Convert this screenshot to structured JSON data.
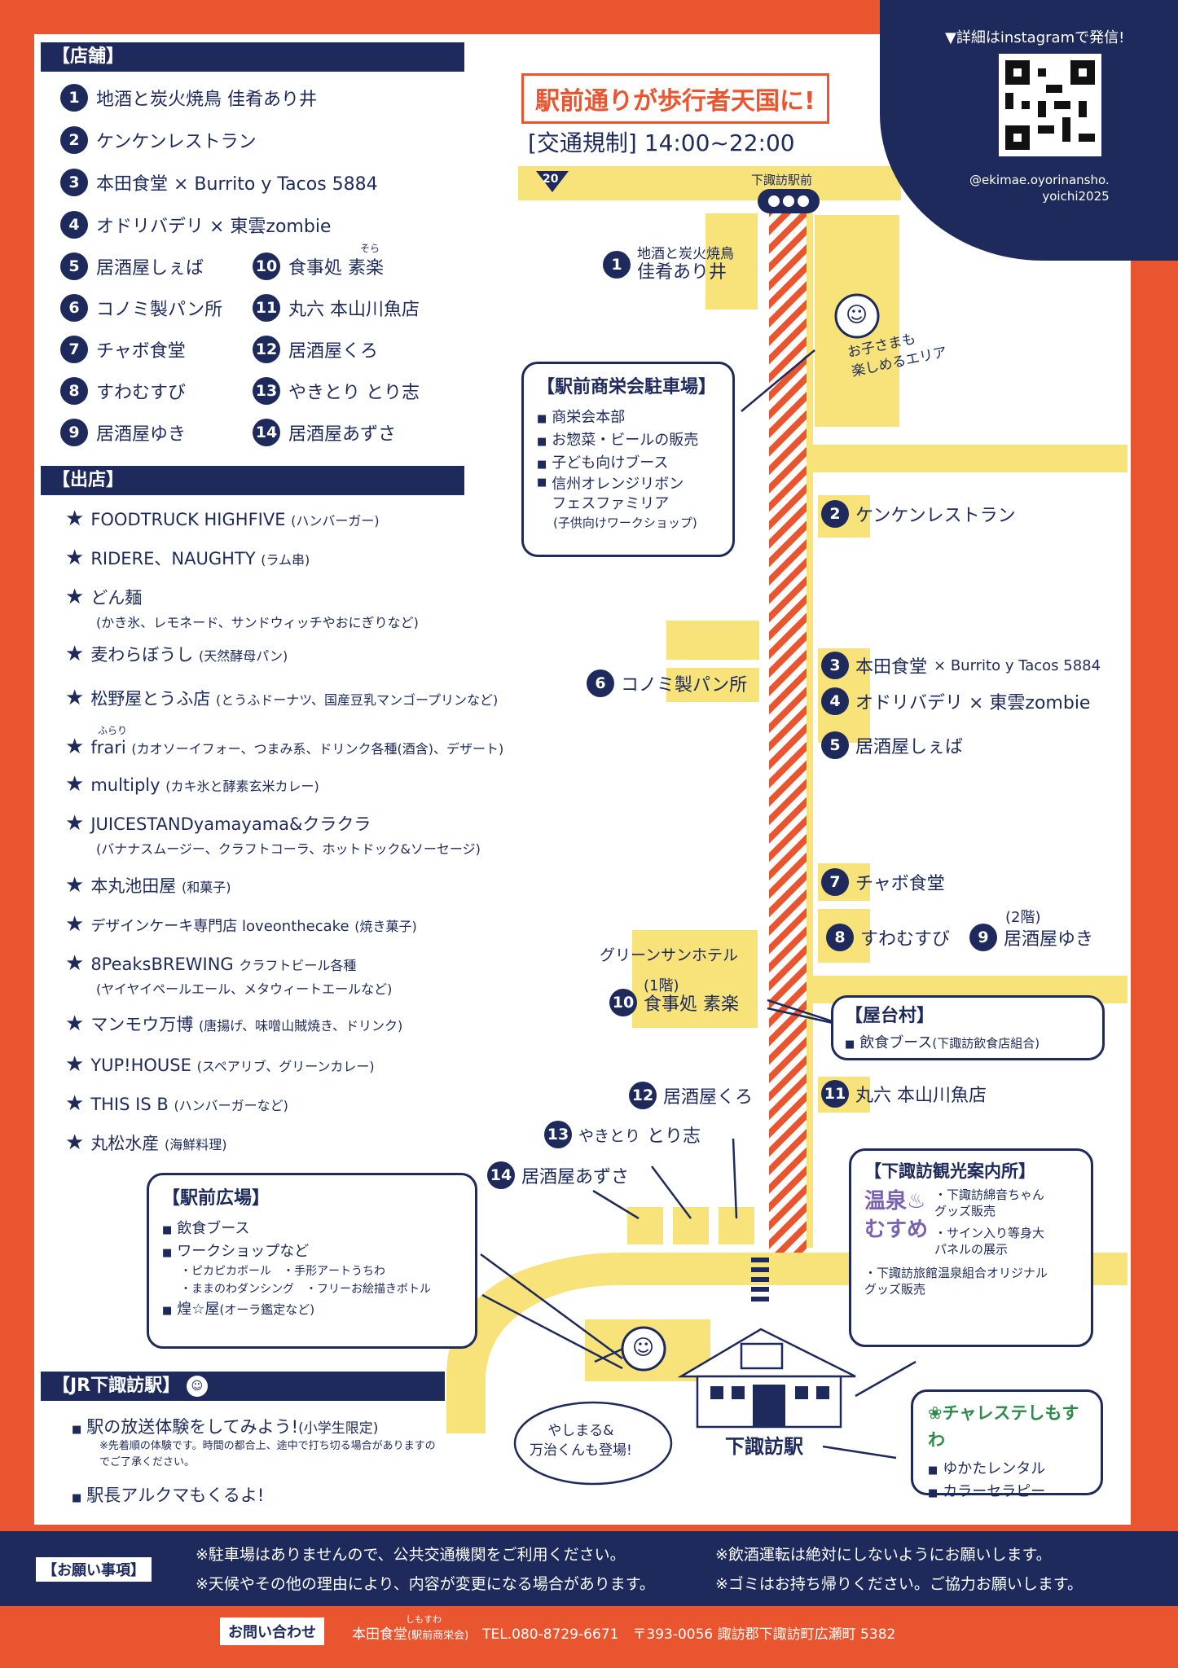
{
  "stores_header": "【店舗】",
  "stores_col1": [
    {
      "num": "1",
      "name": "地酒と炭火焼鳥 佳肴あり井"
    },
    {
      "num": "2",
      "name": "ケンケンレストラン"
    },
    {
      "num": "3",
      "name": "本田食堂 × Burrito y Tacos 5884"
    },
    {
      "num": "4",
      "name": "オドリバデリ × 東雲zombie"
    },
    {
      "num": "5",
      "name": "居酒屋しぇば"
    },
    {
      "num": "6",
      "name": "コノミ製パン所"
    },
    {
      "num": "7",
      "name": "チャボ食堂"
    },
    {
      "num": "8",
      "name": "すわむすび"
    },
    {
      "num": "9",
      "name": "居酒屋ゆき"
    }
  ],
  "stores_col2": [
    {
      "num": "10",
      "name": "食事処 素楽"
    },
    {
      "num": "11",
      "name": "丸六 本山川魚店"
    },
    {
      "num": "12",
      "name": "居酒屋くろ"
    },
    {
      "num": "13",
      "name": "やきとり とり志"
    },
    {
      "num": "14",
      "name": "居酒屋あずさ"
    }
  ],
  "sora_ruby": "そら",
  "vendors_header": "【出店】",
  "vendors": [
    {
      "name": "FOODTRUCK HIGHFIVE",
      "note": "(ハンバーガー)",
      "note2": ""
    },
    {
      "name": "RIDERE、NAUGHTY",
      "note": "(ラム串)",
      "note2": ""
    },
    {
      "name": "どん麺",
      "note": "",
      "note2": "(かき氷、レモネード、サンドウィッチやおにぎりなど)"
    },
    {
      "name": "麦わらぼうし",
      "note": "(天然酵母パン)",
      "note2": ""
    },
    {
      "name": "松野屋とうふ店",
      "note": "(とうふドーナツ、国産豆乳マンゴープリンなど)",
      "note2": ""
    },
    {
      "name": "frari",
      "note": "(カオソーイフォー、つまみ系、ドリンク各種(酒含)、デザート)",
      "note2": ""
    },
    {
      "name": "multiply",
      "note": "(カキ氷と酵素玄米カレー)",
      "note2": ""
    },
    {
      "name": "JUICESTANDyamayama&クラクラ",
      "note": "",
      "note2": "(バナナスムージー、クラフトコーラ、ホットドック&ソーセージ)"
    },
    {
      "name": "本丸池田屋",
      "note": "(和菓子)",
      "note2": ""
    },
    {
      "name": "デザインケーキ専門店 loveonthecake",
      "note": "(焼き菓子)",
      "note2": ""
    },
    {
      "name": "8PeaksBREWING",
      "note": "クラフトビール各種",
      "note2": "(ヤイヤイペールエール、メタウィートエールなど)"
    },
    {
      "name": "マンモウ万博",
      "note": "(唐揚げ、味噌山賊焼き、ドリンク)",
      "note2": ""
    },
    {
      "name": "YUP!HOUSE",
      "note": "(スペアリブ、グリーンカレー)",
      "note2": ""
    },
    {
      "name": "THIS IS B",
      "note": "(ハンバーガーなど)",
      "note2": ""
    },
    {
      "name": "丸松水産",
      "note": "(海鮮料理)",
      "note2": ""
    }
  ],
  "frari_ruby": "ふらり",
  "station_header": "【JR下諏訪駅】",
  "station_items": [
    {
      "text": "駅の放送体験をしてみよう!",
      "suffix": "(小学生限定)",
      "note": "※先着順の体験です。時間の都合上、途中で打ち切る場合がありますのでご了承ください。"
    },
    {
      "text": "駅長アルクマもくるよ!",
      "suffix": "",
      "note": ""
    }
  ],
  "title_banner": "駅前通りが歩行者天国に!",
  "traffic": "[交通規制] 14:00~22:00",
  "route_num": "20",
  "station_front": "下諏訪駅前",
  "instagram_note": "▼詳細はinstagramで発信!",
  "instagram_handle": "@ekimae.oyorinansho.\nyoichi2025",
  "kids_area": "お子さまも\n楽しめるエリア",
  "map_labels": {
    "s1a": "地酒と炭火焼鳥",
    "s1b": "佳肴あり井",
    "s2": "ケンケンレストラン",
    "s3": "本田食堂",
    "s3b": "× Burrito y Tacos 5884",
    "s4": "オドリバデリ × 東雲zombie",
    "s5": "居酒屋しぇば",
    "s6": "コノミ製パン所",
    "s7": "チャボ食堂",
    "s8": "すわむすび",
    "s9floor": "(2階)",
    "s9": "居酒屋ゆき",
    "hotel": "グリーンサンホテル",
    "s10floor": "(1階)",
    "s10": "食事処 素楽",
    "s11": "丸六 本山川魚店",
    "s12": "居酒屋くろ",
    "s13a": "やきとり",
    "s13b": "とり志",
    "s14": "居酒屋あずさ",
    "station": "下諏訪駅"
  },
  "parking_box": {
    "title": "【駅前商栄会駐車場】",
    "items": [
      "商栄会本部",
      "お惣菜・ビールの販売",
      "子ども向けブース",
      "信州オレンジリボン\nフェスファミリア"
    ],
    "note": "(子供向けワークショップ)"
  },
  "yatai_box": {
    "title": "【屋台村】",
    "item": "飲食ブース",
    "note": "(下諏訪飲食店組合)"
  },
  "plaza_box": {
    "title": "【駅前広場】",
    "items": [
      "飲食ブース",
      "ワークショップなど"
    ],
    "subs": [
      "・ピカピカボール　・手形アートうちわ",
      "・ままのわダンシング　・フリーお絵描きボトル"
    ],
    "item3": "煌☆屋",
    "item3note": "(オーラ鑑定など)"
  },
  "tourist_box": {
    "title": "【下諏訪観光案内所】",
    "logo1": "温泉♨",
    "logo2": "むすめ",
    "items": [
      "・下諏訪綿音ちゃん\nグッズ販売",
      "・サイン入り等身大\nパネルの展示",
      "・下諏訪旅館温泉組合オリジナル\nグッズ販売"
    ]
  },
  "chara_bubble": "やしまる&\n万治くんも登場!",
  "charaste_box": {
    "title": "❀チャレステしもすわ",
    "items": [
      "ゆかたレンタル",
      "カラーセラピー"
    ]
  },
  "notice": {
    "label": "【お願い事項】",
    "l1": "※駐車場はありませんので、公共交通機関をご利用ください。",
    "l2": "※天候やその他の理由により、内容が変更になる場合があります。",
    "r1": "※飲酒運転は絶対にしないようにお願いします。",
    "r2": "※ゴミはお持ち帰りください。ご協力お願いします。"
  },
  "contact": {
    "label": "お問い合わせ",
    "org": "本田食堂",
    "org_sub": "(駅前商栄会)",
    "ruby": "しもすわ",
    "tel": "TEL.080-8729-6671",
    "addr": "〒393-0056 諏訪郡下諏訪町広瀬町 5382"
  },
  "colors": {
    "navy": "#1d2a5b",
    "orange": "#e9552f",
    "yellow": "#f8e27a"
  }
}
